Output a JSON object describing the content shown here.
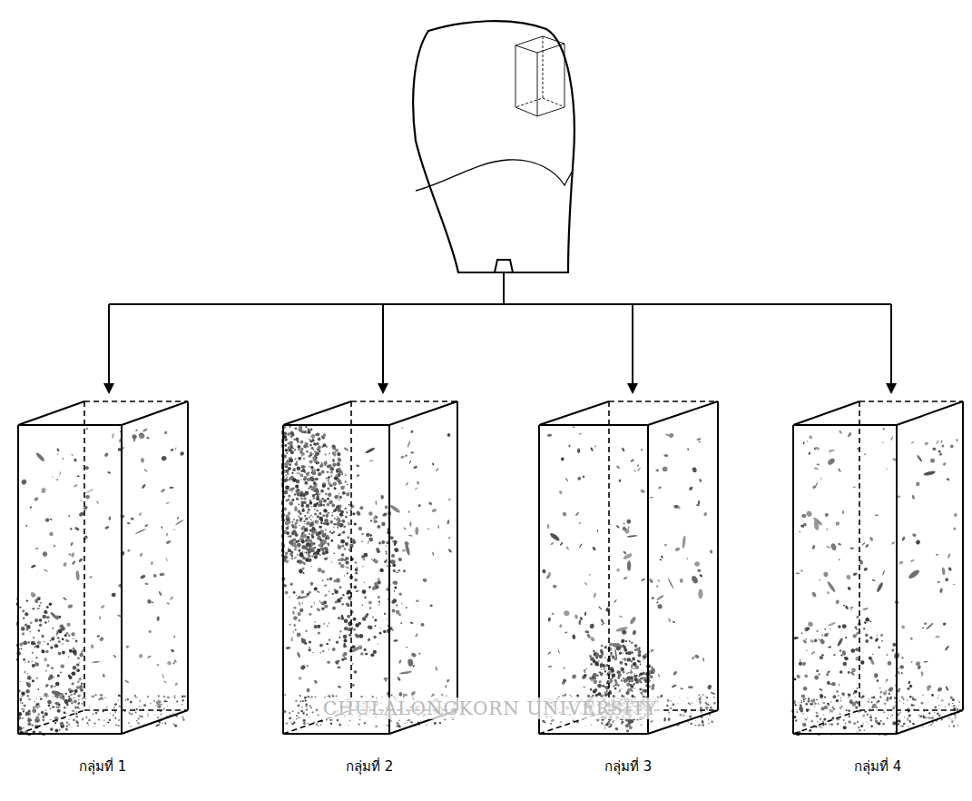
{
  "diagram": {
    "nodes": [
      {
        "text": [
          "กลุ่มที่ 1"
        ]
      },
      {
        "text": [
          "กลุ่มที่ 2"
        ]
      },
      {
        "text": [
          "กลุ่มที่ 3"
        ]
      },
      {
        "text": [
          "กลุ่มที่ 4"
        ]
      }
    ],
    "labels": [
      "CHULALONGKORN UNIVERSITY"
    ]
  }
}
